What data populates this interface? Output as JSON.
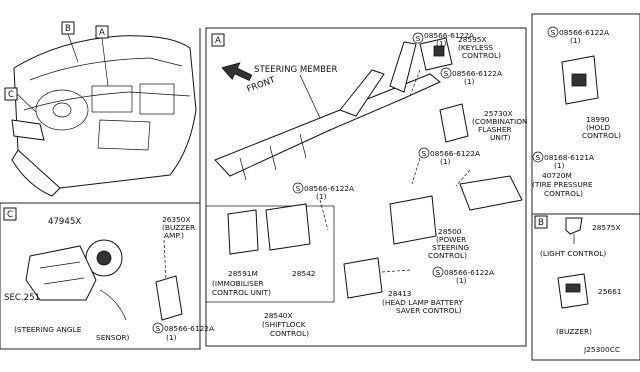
{
  "views": {
    "view_a": "A",
    "view_b": "B",
    "view_c": "C"
  },
  "main": {
    "steering_member": "STEERING MEMBER",
    "front": "FRONT",
    "bolt_08566_top": "08566-6122A",
    "qty_top": "(1)",
    "p28595x": "28595X",
    "keyless": "(KEYLESS",
    "keyless2": "CONTROL)",
    "bolt_08566_b": "08566-6122A",
    "qty_b": "(1)",
    "p25730x": "25730X",
    "combination": "(COMBINATION",
    "flasher": "FLASHER",
    "unit": "UNIT)",
    "bolt_08566_c": "08566-6122A",
    "qty_c": "(1)",
    "bolt_08168": "08168-6121A",
    "qty_d": "(1)",
    "p40720m": "40720M",
    "tire": "(TIRE PRESSURE",
    "tire2": "CONTROL)",
    "bolt_08566_d": "08566-6122A",
    "qty_e": "(1)",
    "p26350x": "26350X",
    "buzzer_amp": "(BUZZER",
    "buzzer_amp2": "AMP.)",
    "p28500": "28500",
    "power": "(POWER",
    "steering": "STEERING",
    "control": "CONTROL)",
    "p28591m": "28591M",
    "p28542": "28542",
    "immob": "(IMMOBILISER",
    "immob2": "CONTROL UNIT)",
    "bolt_08566_e": "08566-6122A",
    "qty_f": "(1)",
    "p28413": "28413",
    "headlamp": "(HEAD LAMP BATTERY",
    "headlamp2": "SAVER CONTROL)",
    "p28540x": "28540X",
    "shiftlock": "(SHIFTLOCK",
    "shiftlock2": "CONTROL)",
    "bolt_08566_f": "08566-6122A",
    "qty_g": "(1)"
  },
  "inset_c": {
    "p47945x": "47945X",
    "sec": "SEC.251",
    "angle": "(STEERING ANGLE",
    "angle2": "SENSOR)"
  },
  "inset_hold": {
    "bolt": "08566-6122A",
    "qty": "(1)",
    "p18990": "18990",
    "hold": "(HOLD",
    "hold2": "CONTROL)"
  },
  "inset_b": {
    "p28575x": "28575X",
    "light": "(LIGHT CONTROL)",
    "p25661": "25661",
    "buzzer": "(BUZZER)",
    "ref": "J25300CC"
  },
  "circle_s": "S"
}
